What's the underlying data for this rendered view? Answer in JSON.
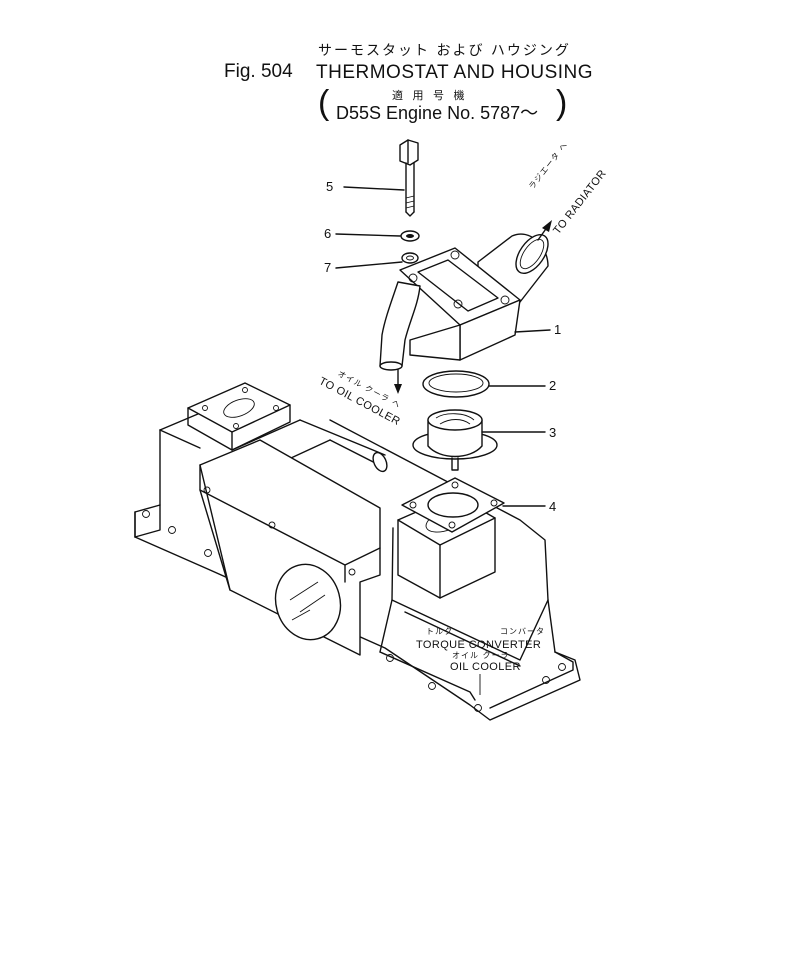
{
  "title": {
    "figure": "Fig. 504",
    "name_jp": "サーモスタット および ハウジング",
    "name_en": "THERMOSTAT AND HOUSING",
    "applicability_jp": "適 用 号 機",
    "applicability_en": "D55S Engine No. 5787～",
    "paren_open": "(",
    "paren_close": ")"
  },
  "callouts": [
    {
      "id": "1",
      "label": "1"
    },
    {
      "id": "2",
      "label": "2"
    },
    {
      "id": "3",
      "label": "3"
    },
    {
      "id": "4",
      "label": "4"
    },
    {
      "id": "5",
      "label": "5"
    },
    {
      "id": "6",
      "label": "6"
    },
    {
      "id": "7",
      "label": "7"
    }
  ],
  "annotations": {
    "to_radiator_jp": "ラジエータ へ",
    "to_radiator_en": "TO RADIATOR",
    "to_oil_cooler_jp": "オイル クーラ へ",
    "to_oil_cooler_en": "TO OIL COOLER",
    "torque_converter_jp_1": "トルク",
    "torque_converter_jp_2": "コンバータ",
    "torque_converter_en": "TORQUE CONVERTER",
    "oil_cooler_jp": "オイル クーラ",
    "oil_cooler_en": "OIL COOLER"
  },
  "colors": {
    "ink": "#111111",
    "paper": "#ffffff"
  }
}
